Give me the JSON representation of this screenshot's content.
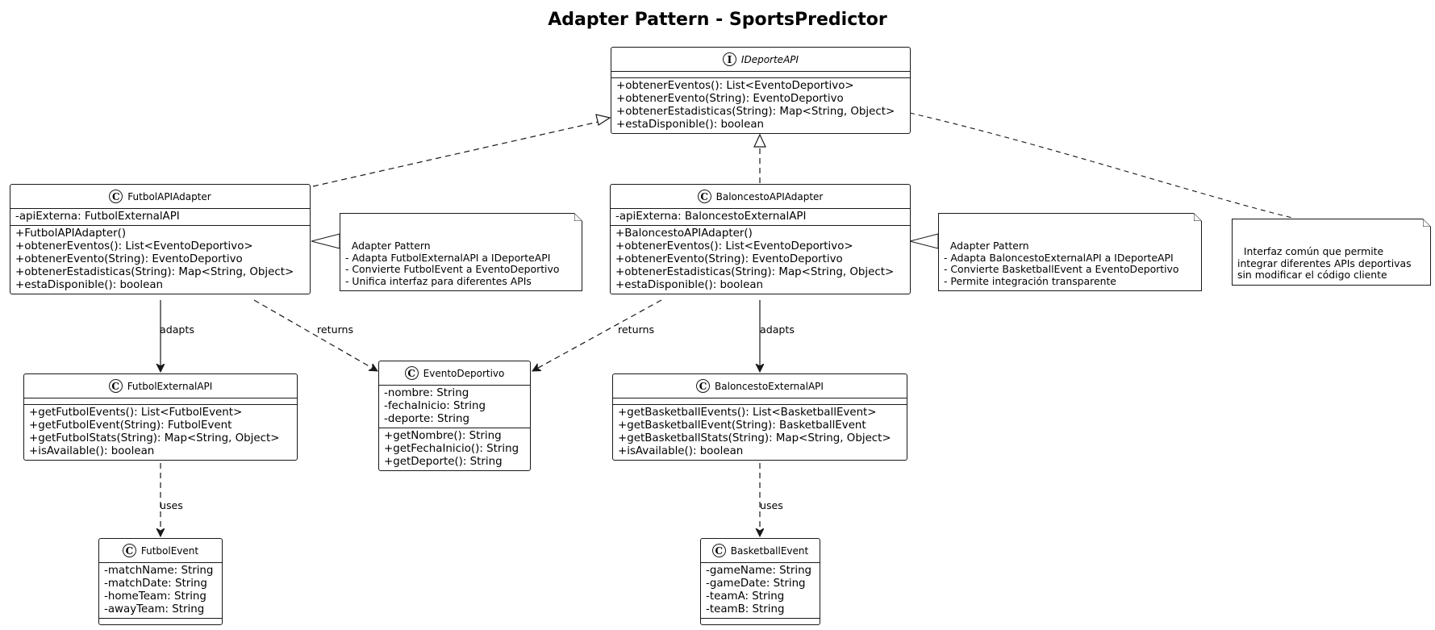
{
  "title": "Adapter Pattern - SportsPredictor",
  "classes": {
    "ideporteapi": {
      "badge": "I",
      "name": "IDeporteAPI",
      "methods": [
        "+obtenerEventos(): List<EventoDeportivo>",
        "+obtenerEvento(String): EventoDeportivo",
        "+obtenerEstadisticas(String): Map<String, Object>",
        "+estaDisponible(): boolean"
      ]
    },
    "futbolapiadapter": {
      "badge": "C",
      "name": "FutbolAPIAdapter",
      "attrs": [
        "-apiExterna: FutbolExternalAPI"
      ],
      "methods": [
        "+FutbolAPIAdapter()",
        "+obtenerEventos(): List<EventoDeportivo>",
        "+obtenerEvento(String): EventoDeportivo",
        "+obtenerEstadisticas(String): Map<String, Object>",
        "+estaDisponible(): boolean"
      ]
    },
    "baloncestoapiadapter": {
      "badge": "C",
      "name": "BaloncestoAPIAdapter",
      "attrs": [
        "-apiExterna: BaloncestoExternalAPI"
      ],
      "methods": [
        "+BaloncestoAPIAdapter()",
        "+obtenerEventos(): List<EventoDeportivo>",
        "+obtenerEvento(String): EventoDeportivo",
        "+obtenerEstadisticas(String): Map<String, Object>",
        "+estaDisponible(): boolean"
      ]
    },
    "futbolexternalapi": {
      "badge": "C",
      "name": "FutbolExternalAPI",
      "methods": [
        "+getFutbolEvents(): List<FutbolEvent>",
        "+getFutbolEvent(String): FutbolEvent",
        "+getFutbolStats(String): Map<String, Object>",
        "+isAvailable(): boolean"
      ]
    },
    "eventodeportivo": {
      "badge": "C",
      "name": "EventoDeportivo",
      "attrs": [
        "-nombre: String",
        "-fechaInicio: String",
        "-deporte: String"
      ],
      "methods": [
        "+getNombre(): String",
        "+getFechaInicio(): String",
        "+getDeporte(): String"
      ]
    },
    "baloncestoexternalapi": {
      "badge": "C",
      "name": "BaloncestoExternalAPI",
      "methods": [
        "+getBasketballEvents(): List<BasketballEvent>",
        "+getBasketballEvent(String): BasketballEvent",
        "+getBasketballStats(String): Map<String, Object>",
        "+isAvailable(): boolean"
      ]
    },
    "futbolevent": {
      "badge": "C",
      "name": "FutbolEvent",
      "attrs": [
        "-matchName: String",
        "-matchDate: String",
        "-homeTeam: String",
        "-awayTeam: String"
      ]
    },
    "basketballevent": {
      "badge": "C",
      "name": "BasketballEvent",
      "attrs": [
        "-gameName: String",
        "-gameDate: String",
        "-teamA: String",
        "-teamB: String"
      ]
    }
  },
  "notes": {
    "futbol": "Adapter Pattern\n- Adapta FutbolExternalAPI a IDeporteAPI\n- Convierte FutbolEvent a EventoDeportivo\n- Unifica interfaz para diferentes APIs",
    "baloncesto": "Adapter Pattern\n- Adapta BaloncestoExternalAPI a IDeporteAPI\n- Convierte BasketballEvent a EventoDeportivo\n- Permite integración transparente",
    "interfaz": "Interfaz común que permite\nintegrar diferentes APIs deportivas\nsin modificar el código cliente"
  },
  "edge_labels": {
    "futbol_adapts": "adapts",
    "futbol_returns": "returns",
    "baloncesto_returns": "returns",
    "baloncesto_adapts": "adapts",
    "futbol_uses": "uses",
    "baloncesto_uses": "uses"
  }
}
